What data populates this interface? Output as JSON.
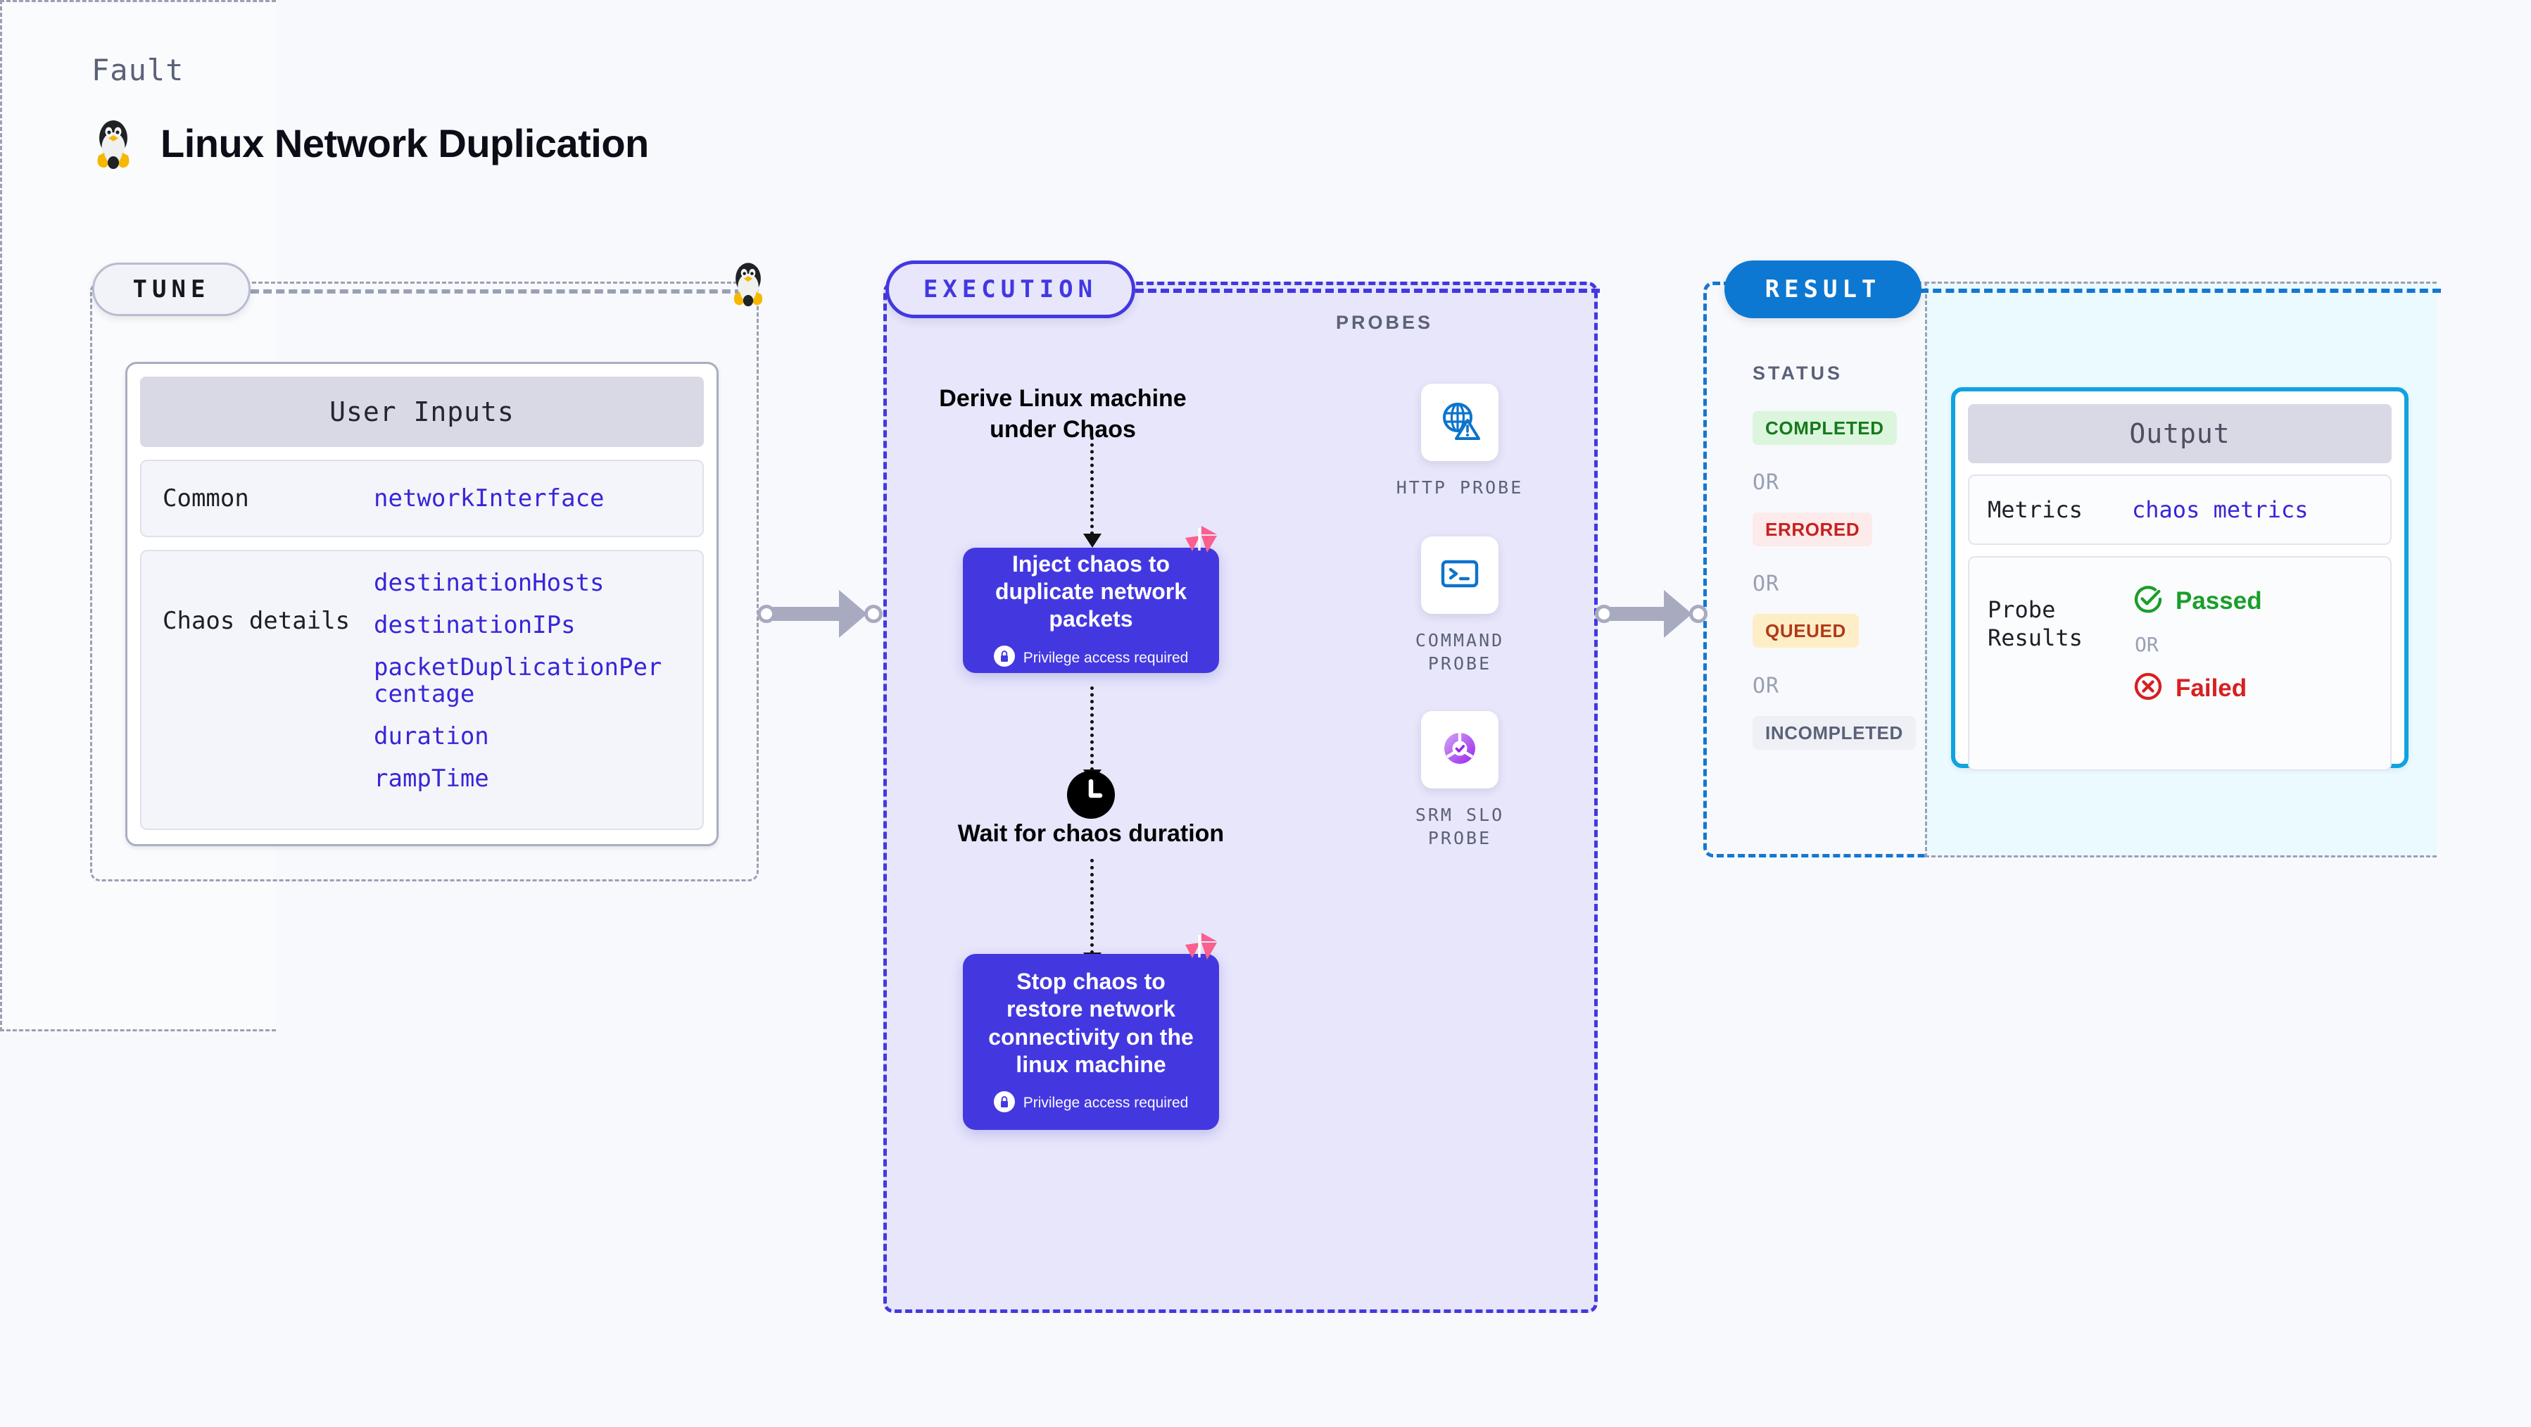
{
  "header": {
    "kicker": "Fault",
    "title": "Linux Network Duplication",
    "logo_icon": "linux-penguin-icon"
  },
  "tune": {
    "pill_label": "TUNE",
    "badge_icon": "linux-penguin-icon",
    "card": {
      "header": "User Inputs",
      "groups": [
        {
          "label": "Common",
          "values": [
            "networkInterface"
          ]
        },
        {
          "label": "Chaos details",
          "values": [
            "destinationHosts",
            "destinationIPs",
            "packetDuplicationPercentage",
            "duration",
            "rampTime"
          ]
        }
      ]
    }
  },
  "execution": {
    "pill_label": "EXECUTION",
    "flow_title": "Derive Linux machine under Chaos",
    "steps": [
      {
        "title": "Inject chaos to duplicate network packets",
        "privilege": "Privilege access required",
        "lock_icon": "lock-icon",
        "badge_icon": "litmus-chaos-icon"
      },
      {
        "title": "Wait for chaos duration",
        "icon": "clock-icon"
      },
      {
        "title": "Stop chaos to restore network connectivity on the linux machine",
        "privilege": "Privilege access required",
        "lock_icon": "lock-icon",
        "badge_icon": "litmus-chaos-icon"
      }
    ]
  },
  "probes": {
    "label": "PROBES",
    "items": [
      {
        "name": "HTTP PROBE",
        "icon": "globe-alert-icon"
      },
      {
        "name": "COMMAND\nPROBE",
        "icon": "terminal-icon"
      },
      {
        "name": "SRM SLO\nPROBE",
        "icon": "slo-donut-check-icon"
      }
    ]
  },
  "result": {
    "pill_label": "RESULT",
    "status_label": "STATUS",
    "or_label": "OR",
    "statuses": [
      {
        "label": "COMPLETED",
        "bg": "#dcf5dd",
        "fg": "#157a1b"
      },
      {
        "label": "ERRORED",
        "bg": "#fdeaea",
        "fg": "#c5221f"
      },
      {
        "label": "QUEUED",
        "bg": "#fdeec7",
        "fg": "#b03a17"
      },
      {
        "label": "INCOMPLETED",
        "bg": "#eef0f6",
        "fg": "#5b6178"
      }
    ],
    "output": {
      "header": "Output",
      "metrics_label": "Metrics",
      "metrics_value": "chaos metrics",
      "probe_results_label": "Probe Results",
      "passed_label": "Passed",
      "failed_label": "Failed",
      "or_label": "OR",
      "passed_icon": "check-circle-icon",
      "failed_icon": "x-circle-icon"
    }
  },
  "colors": {
    "background": "#f8f9fc",
    "tune_border": "#9aa0b4",
    "execution": "#4338e0",
    "execution_bg": "#e7e6fb",
    "result": "#1378d1",
    "result_bg": "#eafaff",
    "accent_mono_text": "#3826d8",
    "litmus_pink": "#fb5f8d",
    "output_border": "#11a2e0"
  }
}
